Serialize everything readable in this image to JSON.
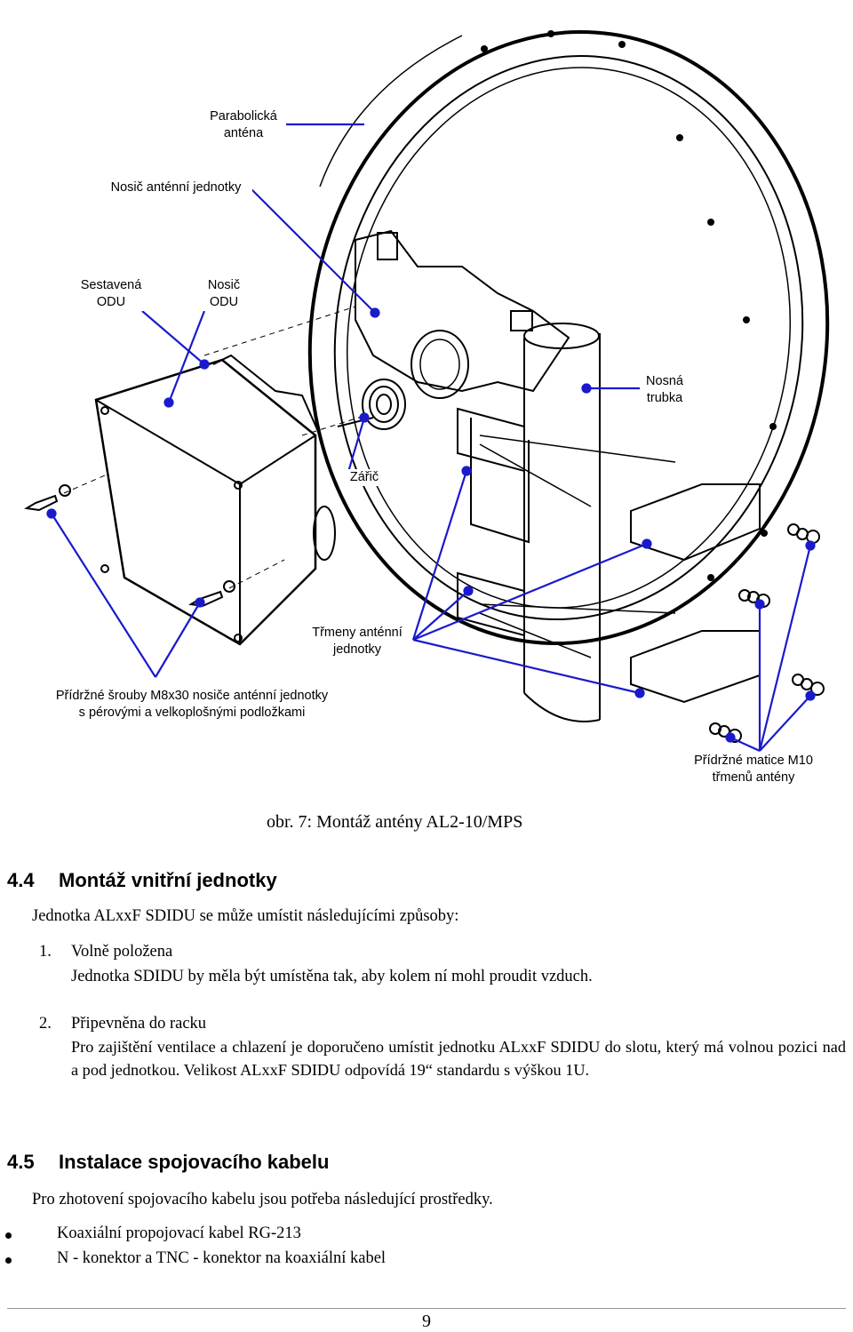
{
  "figure": {
    "labels": {
      "parabolic_antenna": [
        "Parabolická",
        "anténa"
      ],
      "antenna_unit_carrier": [
        "Nosič anténní jednotky"
      ],
      "assembled_odu": [
        "Sestavená",
        "ODU"
      ],
      "odu_carrier": [
        "Nosič",
        "ODU"
      ],
      "support_tube": [
        "Nosná",
        "trubka"
      ],
      "feed": [
        "Zářič"
      ],
      "stirrups": [
        "Třmeny anténní",
        "jednotky"
      ],
      "screws": [
        "Přídržné šrouby M8x30 nosiče anténní jednotky",
        "s pérovými a velkoplošnými podložkami"
      ],
      "nuts": [
        "Přídržné matice M10",
        "třmenů antény"
      ]
    },
    "caption": "obr. 7: Montáž antény AL2-10/MPS",
    "leader_color": "#1a1acc"
  },
  "section_44": {
    "number": "4.4",
    "title": "Montáž vnitřní jednotky",
    "intro": "Jednotka ALxxF SDIDU se může umístit následujícími způsoby:",
    "items": [
      {
        "num": "1.",
        "title": "Volně položena",
        "text": "Jednotka SDIDU by měla být umístěna tak, aby kolem ní mohl proudit vzduch."
      },
      {
        "num": "2.",
        "title": "Připevněna do racku",
        "text": "Pro zajištění ventilace a chlazení je doporučeno umístit jednotku ALxxF SDIDU do slotu, který má volnou pozici nad a pod jednotkou. Velikost ALxxF SDIDU odpovídá 19“ standardu s výškou 1U."
      }
    ]
  },
  "section_45": {
    "number": "4.5",
    "title": "Instalace spojovacího kabelu",
    "intro": "Pro zhotovení spojovacího kabelu jsou potřeba následující prostředky.",
    "bullets": [
      "Koaxiální propojovací kabel RG-213",
      "N - konektor a TNC - konektor na koaxiální kabel"
    ]
  },
  "page_number": "9"
}
